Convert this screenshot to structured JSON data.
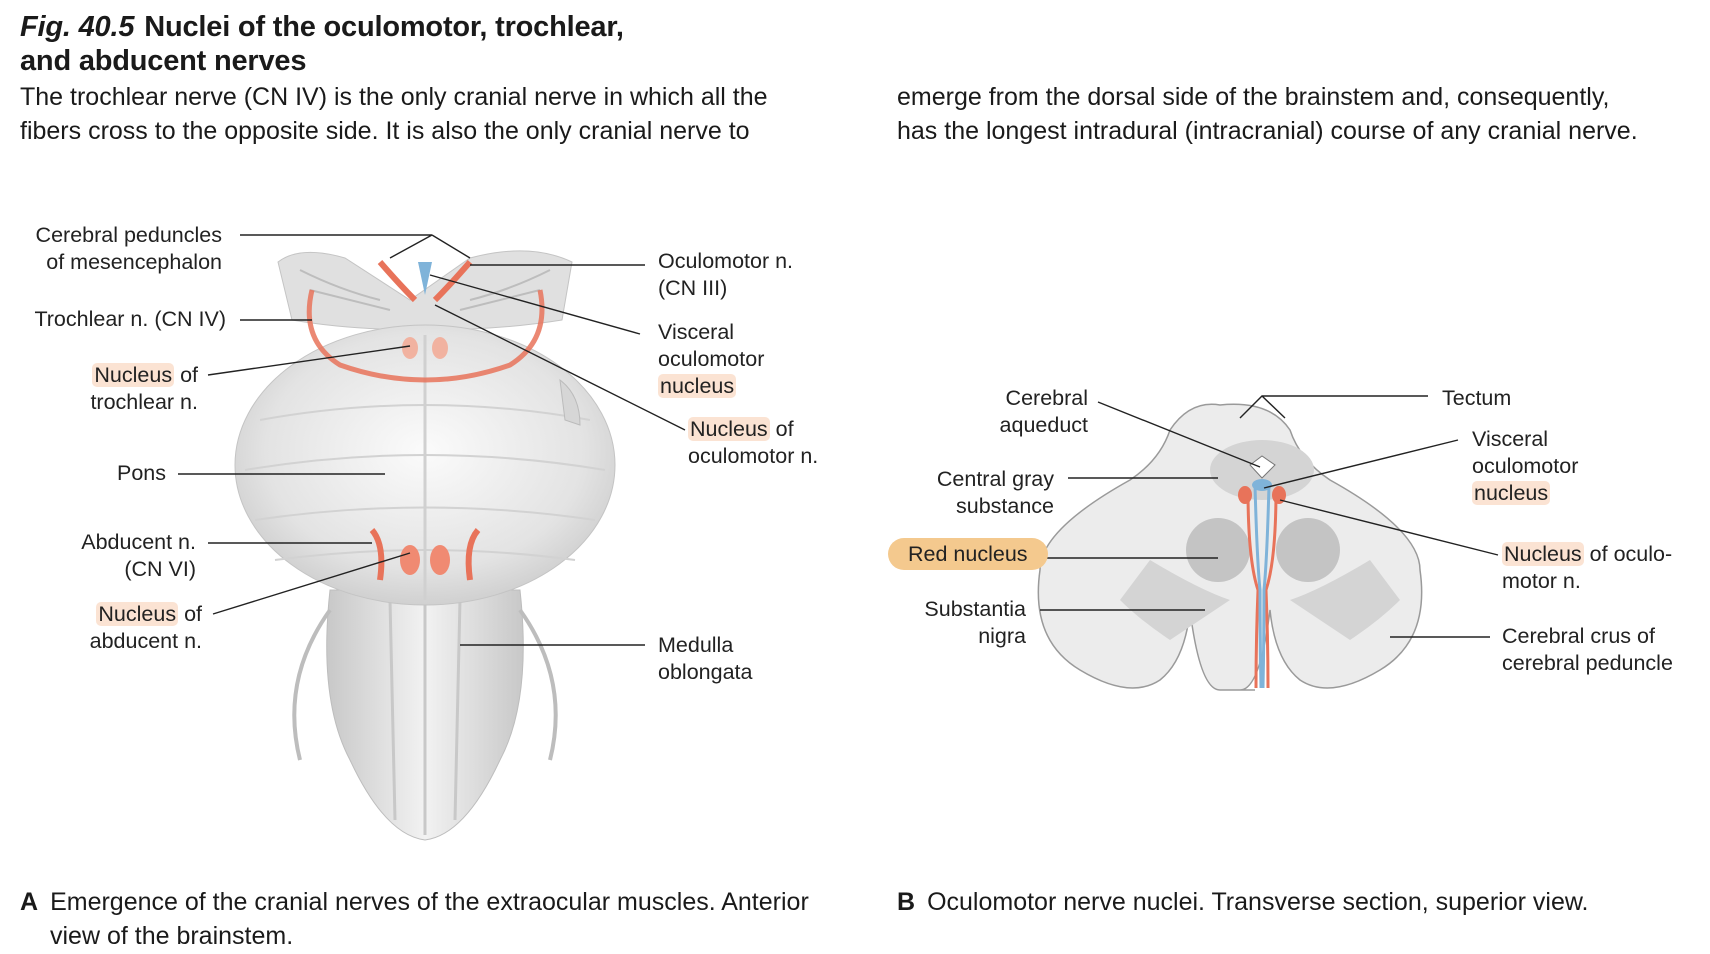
{
  "figure": {
    "number": "Fig. 40.5",
    "title_line1": "Nuclei of the oculomotor, trochlear,",
    "title_line2": "and abducent nerves"
  },
  "intro": {
    "left_line1": "The trochlear nerve (CN IV) is the only cranial nerve in which all the",
    "left_line2": "fibers cross to the opposite side. It is also the only cranial nerve to",
    "right_line1": "emerge from the dorsal side of the brainstem and, consequently,",
    "right_line2": "has the longest intradural (intracranial) course of any cranial nerve."
  },
  "panel_a": {
    "labels": {
      "cerebral_peduncles_1": "Cerebral peduncles",
      "cerebral_peduncles_2": "of mesencephalon",
      "trochlear_n": "Trochlear n. (CN IV)",
      "nucleus_trochlear_hl": "Nucleus",
      "nucleus_trochlear_rest": " of",
      "nucleus_trochlear_2": "trochlear n.",
      "pons": "Pons",
      "abducent_n_1": "Abducent n.",
      "abducent_n_2": "(CN VI)",
      "nucleus_abducent_hl": "Nucleus",
      "nucleus_abducent_rest": " of",
      "nucleus_abducent_2": "abducent n.",
      "oculomotor_n_1": "Oculomotor n.",
      "oculomotor_n_2": "(CN III)",
      "visceral_1": "Visceral",
      "visceral_2": "oculomotor",
      "visceral_3_hl": "nucleus",
      "nucleus_oculomotor_hl": "Nucleus",
      "nucleus_oculomotor_rest": " of",
      "nucleus_oculomotor_2": "oculomotor n.",
      "medulla_1": "Medulla",
      "medulla_2": "oblongata"
    },
    "caption_letter": "A",
    "caption_line1": "Emergence of the cranial nerves of the extraocular muscles. Anterior",
    "caption_line2": "view of the brainstem."
  },
  "panel_b": {
    "labels": {
      "cerebral_aqueduct_1": "Cerebral",
      "cerebral_aqueduct_2": "aqueduct",
      "central_gray_1": "Central gray",
      "central_gray_2": "substance",
      "red_nucleus": "Red nucleus",
      "substantia_1": "Substantia",
      "substantia_2": "nigra",
      "tectum": "Tectum",
      "visceral_1": "Visceral",
      "visceral_2": "oculomotor",
      "visceral_3_hl": "nucleus",
      "nucleus_oculo_hl": "Nucleus",
      "nucleus_oculo_rest": " of oculo-",
      "nucleus_oculo_2": "motor n.",
      "crus_1": "Cerebral crus of",
      "crus_2": "cerebral peduncle"
    },
    "caption_letter": "B",
    "caption_line1": "Oculomotor nerve nuclei. Transverse section, superior view."
  },
  "colors": {
    "nerve_red": "#e8735a",
    "nucleus_pink": "#f4a58f",
    "visceral_blue": "#7fb3d9",
    "highlight": "#fbe3d3",
    "highlight_strong": "#f4c98e",
    "tissue": "#e6e6e6"
  }
}
